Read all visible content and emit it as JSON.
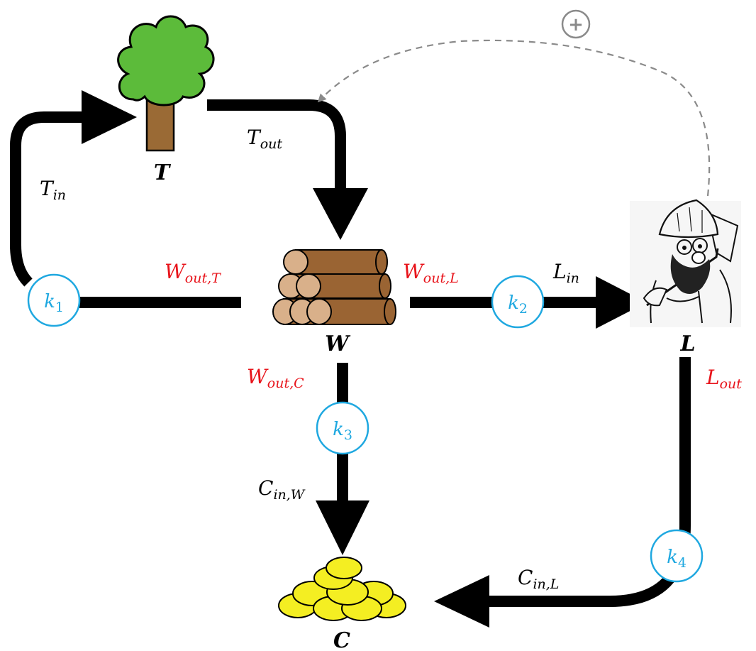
{
  "nodes": {
    "tree": {
      "label": "T"
    },
    "wood": {
      "label": "W"
    },
    "lumberjack": {
      "label": "L"
    },
    "coins": {
      "label": "C"
    }
  },
  "flows": {
    "t_in": {
      "main": "T",
      "sub": "in"
    },
    "t_out": {
      "main": "T",
      "sub": "out"
    },
    "w_out_t": {
      "main": "W",
      "sub": "out,T"
    },
    "w_out_l": {
      "main": "W",
      "sub": "out,L"
    },
    "l_in": {
      "main": "L",
      "sub": "in"
    },
    "w_out_c": {
      "main": "W",
      "sub": "out,C"
    },
    "c_in_w": {
      "main": "C",
      "sub": "in,W"
    },
    "l_out": {
      "main": "L",
      "sub": "out"
    },
    "c_in_l": {
      "main": "C",
      "sub": "in,L"
    }
  },
  "rates": {
    "k1": {
      "main": "k",
      "sub": "1"
    },
    "k2": {
      "main": "k",
      "sub": "2"
    },
    "k3": {
      "main": "k",
      "sub": "3"
    },
    "k4": {
      "main": "k",
      "sub": "4"
    }
  },
  "feedback": {
    "sign": "+"
  },
  "colors": {
    "flow": "#000000",
    "output_label": "#e8141b",
    "rate": "#1fa8e0",
    "feedback": "#8a8a8a",
    "tree_foliage": "#5cbb3a",
    "tree_trunk": "#9a6a35",
    "log": "#9a6433",
    "log_end": "#d9b08a",
    "coin": "#f4ee22"
  }
}
